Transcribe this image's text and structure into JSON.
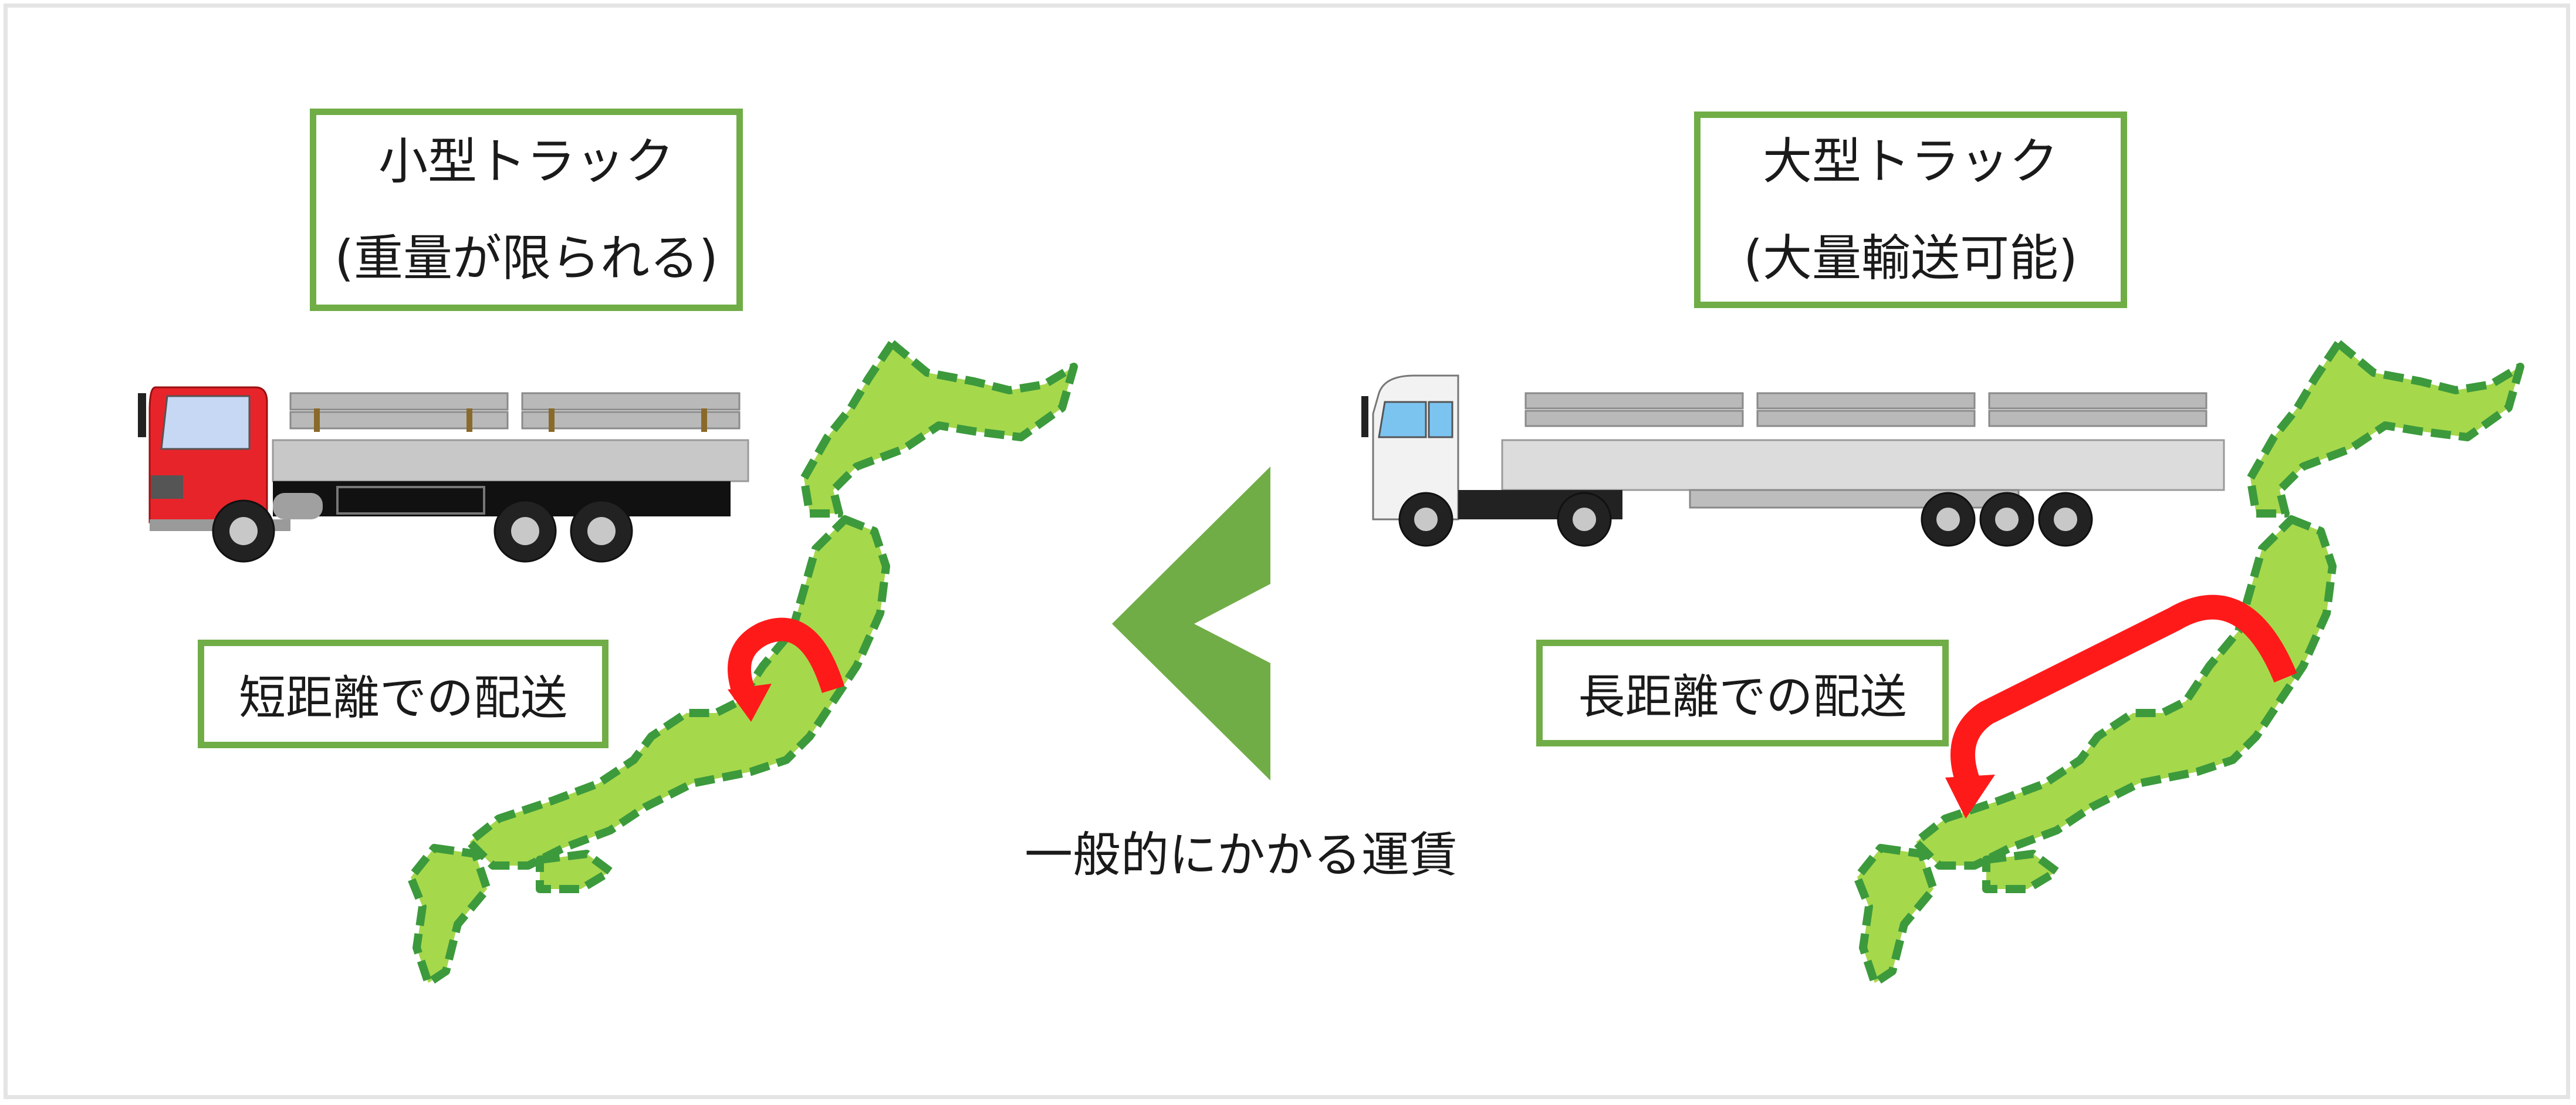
{
  "left": {
    "truck_title": "小型トラック",
    "truck_subtitle": "(重量が限られる)",
    "route_label": "短距離での配送"
  },
  "right": {
    "truck_title": "大型トラック",
    "truck_subtitle": "(大量輸送可能)",
    "route_label": "長距離での配送"
  },
  "comparison_caption": "一般的にかかる運賃",
  "colors": {
    "box_border": "#70ad47",
    "map_fill": "#a6d84c",
    "map_outline": "#3c9a3c",
    "route_arrow": "#ff1a1a",
    "comparison_arrow": "#70ad47",
    "small_truck_cab": "#e8242b",
    "large_truck_cab": "#f2f2f2"
  }
}
